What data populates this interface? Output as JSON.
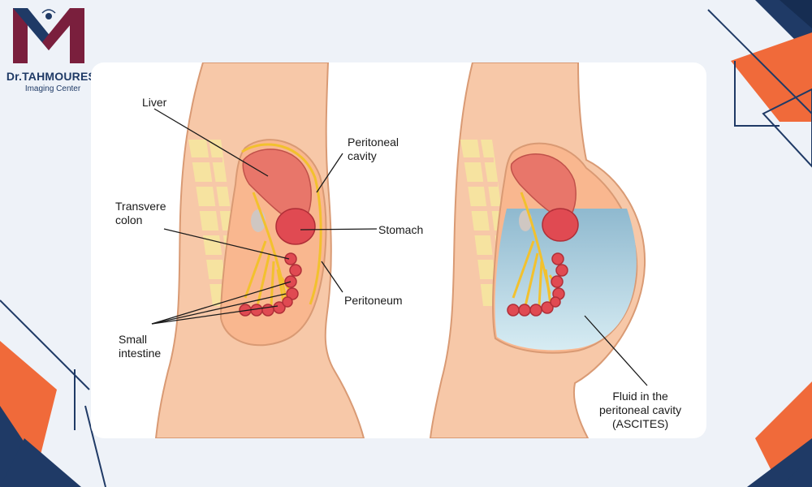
{
  "brand": {
    "name": "Dr.TAHMOURESI",
    "subtitle": "Imaging Center",
    "colors": {
      "navy": "#1f3a66",
      "orange": "#f06a3a",
      "maroon": "#7a1f3d"
    }
  },
  "diagram": {
    "normal_labels": {
      "liver": "Liver",
      "peritoneal_cavity": "Peritoneal\ncavity",
      "transverse_colon": "Transvere\ncolon",
      "stomach": "Stomach",
      "peritoneum": "Peritoneum",
      "small_intestine": "Small\nintestine"
    },
    "ascites_label": "Fluid in the\nperitoneal cavity\n(ASCITES)",
    "colors": {
      "skin": "#f7c8a8",
      "skin_outline": "#d99a74",
      "liver": "#e8766a",
      "intestine": "#e04a52",
      "spine": "#f6e3a0",
      "mesentery": "#f2c12e",
      "fluid": "#a9cfe0"
    }
  }
}
